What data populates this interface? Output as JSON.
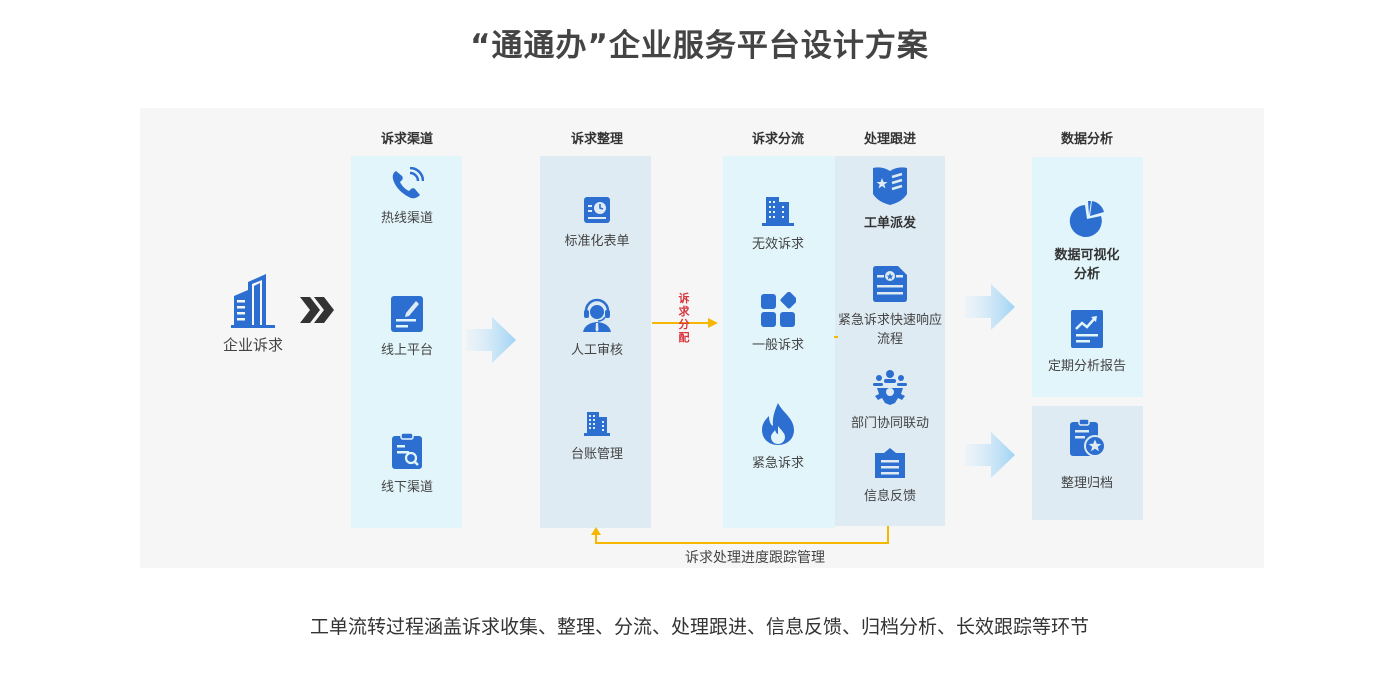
{
  "title": "“通通办”企业服务平台设计方案",
  "colors": {
    "accent_blue": "#2d6fd0",
    "arrow_yellow": "#f5b700",
    "label_red": "#d9363e",
    "panel_bg": "#f6f6f6",
    "cyan_box": "#e2f5fb",
    "blue_box": "#deebf3"
  },
  "source": {
    "label": "企业诉求",
    "icon": "building-icon"
  },
  "columns": [
    {
      "heading": "诉求渠道",
      "items": [
        {
          "label": "热线渠道",
          "icon": "phone-icon"
        },
        {
          "label": "线上平台",
          "icon": "edit-document-icon"
        },
        {
          "label": "线下渠道",
          "icon": "clipboard-search-icon"
        }
      ]
    },
    {
      "heading": "诉求整理",
      "items": [
        {
          "label": "标准化表单",
          "icon": "form-clock-icon"
        },
        {
          "label": "人工审核",
          "icon": "headset-agent-icon"
        },
        {
          "label": "台账管理",
          "icon": "ledger-building-icon"
        }
      ]
    },
    {
      "heading": "诉求分流",
      "items": [
        {
          "label": "无效诉求",
          "icon": "office-building-icon"
        },
        {
          "label": "一般诉求",
          "icon": "grid-apps-icon"
        },
        {
          "label": "紧急诉求",
          "icon": "fire-icon"
        }
      ]
    },
    {
      "heading": "处理跟进",
      "items": [
        {
          "label": "工单派发",
          "icon": "ticket-book-icon"
        },
        {
          "label": "紧急诉求快速响应流程",
          "line1": "紧急诉求快速响应",
          "line2": "流程",
          "icon": "id-card-icon"
        },
        {
          "label": "部门协同联动",
          "icon": "team-gear-icon"
        },
        {
          "label": "信息反馈",
          "icon": "feedback-list-icon"
        }
      ]
    },
    {
      "heading": "数据分析",
      "items": [
        {
          "label": "数据可视化分析",
          "line1": "数据可视化",
          "line2": "分析",
          "icon": "pie-chart-icon"
        },
        {
          "label": "定期分析报告",
          "icon": "trend-report-icon"
        },
        {
          "label": "整理归档",
          "icon": "archive-star-icon"
        }
      ]
    }
  ],
  "distribution_label": [
    "诉",
    "求",
    "分",
    "配"
  ],
  "loop_label": "诉求处理进度跟踪管理",
  "caption": "工单流转过程涵盖诉求收集、整理、分流、处理跟进、信息反馈、归档分析、长效跟踪等环节"
}
